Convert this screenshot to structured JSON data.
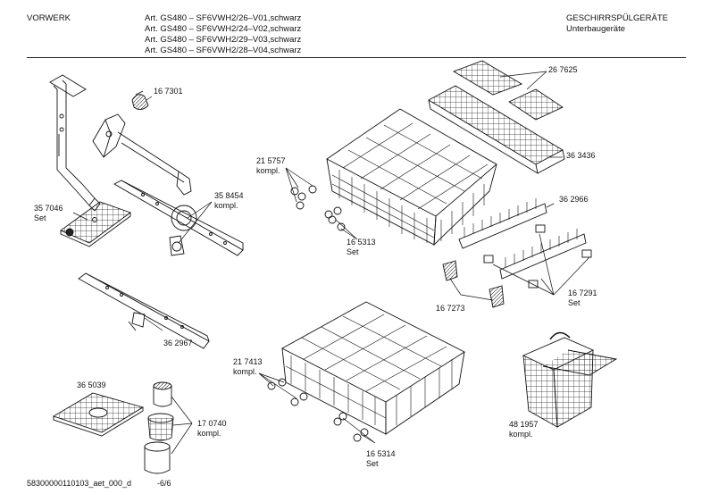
{
  "header": {
    "brand": "VORWERK",
    "articles": [
      "Art. GS480 – SF6VWH2/26–V01,schwarz",
      "Art. GS480 – SF6VWH2/24–V02,schwarz",
      "Art. GS480 – SF6VWH2/29–V03,schwarz",
      "Art. GS480 – SF6VWH2/28–V04,schwarz"
    ],
    "category": "GESCHIRRSPÜLGERÄTE",
    "subcategory": "Unterbaugeräte"
  },
  "parts": {
    "p167301": {
      "number": "16 7301"
    },
    "p267625": {
      "number": "26 7625"
    },
    "p363436": {
      "number": "36 3436"
    },
    "p215757": {
      "number": "21 5757",
      "note": "kompl."
    },
    "p358454": {
      "number": "35 8454",
      "note": "kompl."
    },
    "p357046": {
      "number": "35 7046",
      "note": "Set"
    },
    "p362966": {
      "number": "36 2966"
    },
    "p165313": {
      "number": "16 5313",
      "note": "Set"
    },
    "p167291": {
      "number": "16 7291",
      "note": "Set"
    },
    "p167273": {
      "number": "16 7273"
    },
    "p362967": {
      "number": "36 2967"
    },
    "p217413": {
      "number": "21 7413",
      "note": "kompl."
    },
    "p365039": {
      "number": "36 5039"
    },
    "p170740": {
      "number": "17 0740",
      "note": "kompl."
    },
    "p481957": {
      "number": "48 1957",
      "note": "kompl."
    },
    "p165314": {
      "number": "16 5314",
      "note": "Set"
    }
  },
  "footer": {
    "doc_id": "58300000110103_aet_000_d",
    "page": "-6/6"
  }
}
